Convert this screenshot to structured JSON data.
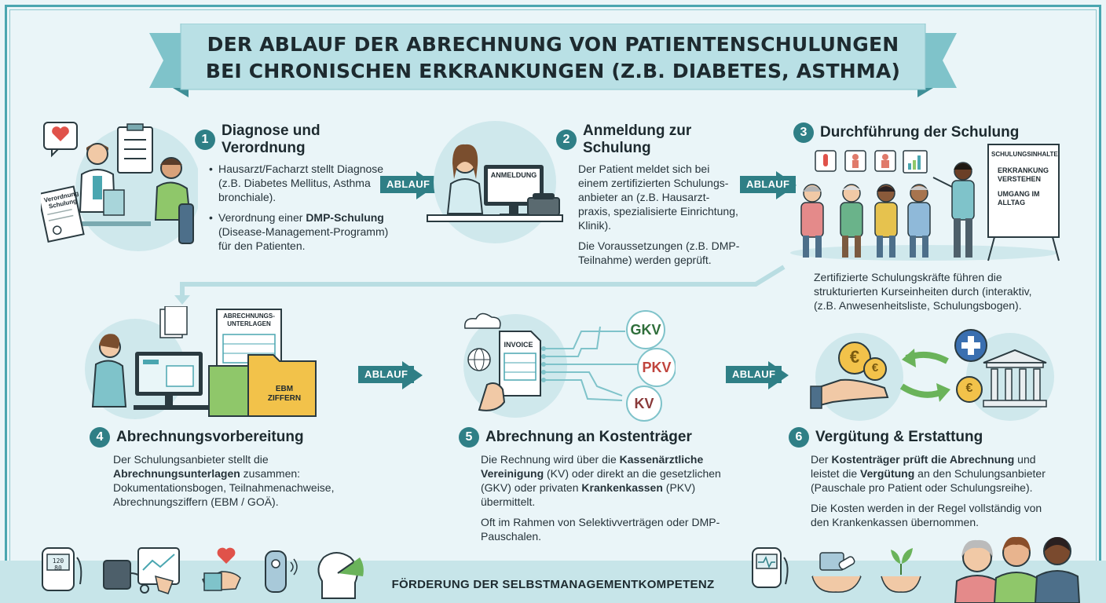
{
  "title": {
    "line1": "DER ABLAUF DER ABRECHNUNG VON PATIENTENSCHULUNGEN",
    "line2": "BEI CHRONISCHEN ERKRANKUNGEN (Z.B. DIABETES, ASTHMA)"
  },
  "arrow_label": "ABLAUF",
  "steps": [
    {
      "number": "1",
      "title": "Diagnose und Verordnung",
      "bullets": [
        "Hausarzt/Facharzt stellt Diagnose (z.B. Diabetes Mellitus, Asthma bronchiale).",
        "Verordnung einer DMP-Schulung (Disease-Management-Programm) für den Patienten."
      ],
      "bullet2_prefix": "Verordnung einer ",
      "bullet2_bold": "DMP-Schulung",
      "bullet2_rest": " (Disease-Management-Programm) für den Patienten.",
      "doc_label": "Verordnung Schulung"
    },
    {
      "number": "2",
      "title": "Anmeldung zur Schulung",
      "paragraphs": [
        "Der Patient meldet sich bei einem zertifizierten Schulungs-anbieter an (z.B. Hausarzt-praxis, spezialisierte Einrichtung, Klinik).",
        "Die Voraussetzungen (z.B. DMP-Teilnahme) werden geprüft."
      ],
      "screen_label": "ANMELDUNG"
    },
    {
      "number": "3",
      "title": "Durchführung der Schulung",
      "caption": "Zertifizierte Schulungskräfte führen die strukturierten Kurseinheiten durch (interaktiv, (z.B. Anwesenheitsliste, Schulungsbogen).",
      "board_title": "SCHULUNGSINHALTE",
      "board_items": [
        "ERKRANKUNG VERSTEHEN",
        "UMGANG IM ALLTAG"
      ]
    },
    {
      "number": "4",
      "title": "Abrechnungsvorbereitung",
      "text_prefix": "Der Schulungsanbieter stellt die ",
      "text_bold": "Abrechnungsunterlagen",
      "text_rest": " zusammen: Dokumentationsbogen, Teilnahmenachweise, Abrechnungsziffern (EBM / GOÄ).",
      "doc_label": "ABRECHNUNGS-UNTERLAGEN",
      "folder_label": "EBM ZIFFERN"
    },
    {
      "number": "5",
      "title": "Abrechnung an Kostenträger",
      "text_a": "Die Rechnung wird über die ",
      "text_b": "Kassenärztliche Vereinigung",
      "text_c": " (KV) oder direkt an die gesetzlichen (GKV) oder privaten ",
      "text_d": "Krankenkassen",
      "text_e": " (PKV) übermittelt.",
      "paragraph2": "Oft im Rahmen von Selektivverträgen oder DMP-Pauschalen.",
      "invoice_label": "INVOICE",
      "payers": [
        "GKV",
        "PKV",
        "KV"
      ]
    },
    {
      "number": "6",
      "title": "Vergütung & Erstattung",
      "text_a": "Der ",
      "text_b": "Kostenträger prüft die Abrechnung",
      "text_c": " und leistet die ",
      "text_d": "Vergütung",
      "text_e": " an den Schulungsanbieter (Pauschale pro Patient oder Schulungsreihe).",
      "paragraph2": "Die Kosten werden in der Regel vollständig von den Krankenkassen übernommen.",
      "coin_symbol": "€"
    }
  ],
  "footer": "FÖRDERUNG DER SELBSTMANAGEMENTKOMPETENZ",
  "device_readout": "120 80",
  "colors": {
    "accent": "#2f7f86",
    "banner": "#b9e0e5",
    "background": "#eaf5f8"
  },
  "icons": [
    "heart-icon",
    "clipboard-icon",
    "computer-icon",
    "phone-icon",
    "chart-icon",
    "folder-icon",
    "cloud-icon",
    "globe-icon",
    "euro-coin-icon",
    "bank-icon",
    "medical-cross-icon",
    "glucose-meter-icon",
    "blood-pressure-icon",
    "tablet-icon",
    "inhaler-icon",
    "head-gauge-icon",
    "plant-hands-icon"
  ]
}
